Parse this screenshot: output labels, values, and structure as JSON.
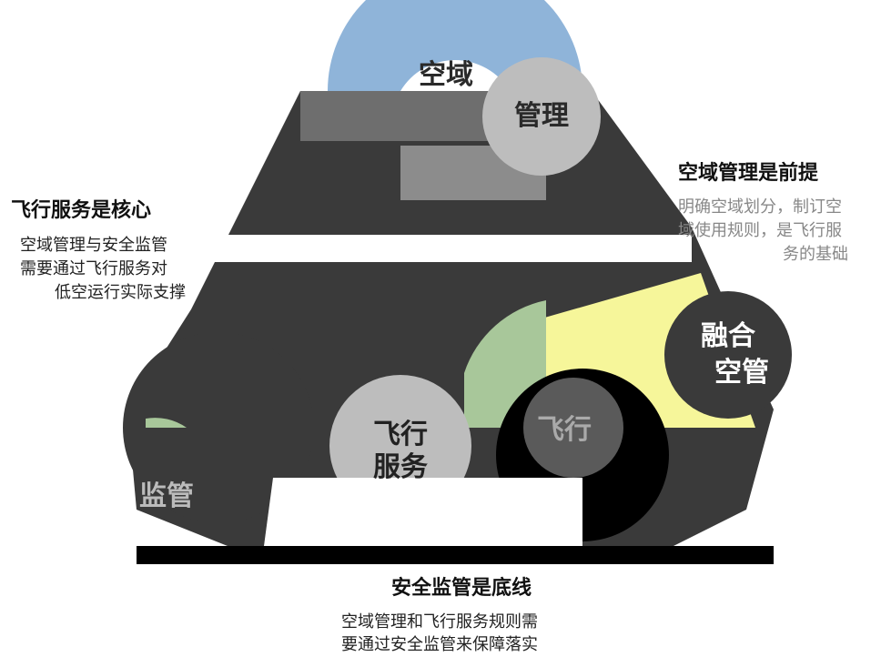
{
  "colors": {
    "dark": "#3a3a3a",
    "mid_gray": "#9a9a9a",
    "light_gray": "#d9d9d9",
    "blue_arc": "#8fb4d9",
    "green": "#a8c79a",
    "yellow": "#f6f69a",
    "black": "#000000"
  },
  "circles": {
    "airspace": {
      "line1": "空域",
      "line2": "管理"
    },
    "flight": {
      "line1": "飞行",
      "line2": "服务"
    },
    "safety": {
      "line1": "监管"
    },
    "fusion": {
      "line1": "融合",
      "line2": "空管"
    },
    "small_flight": {
      "line1": "飞行"
    }
  },
  "texts": {
    "right": {
      "heading": "空域管理是前提",
      "body": [
        "明确空域划分，制订空",
        "域使用规则，是飞行服",
        "务的基础"
      ]
    },
    "left": {
      "heading": "飞行服务是核心",
      "body": [
        "空域管理与安全监管",
        "需要通过飞行服务对",
        "低空运行实际支撑"
      ]
    },
    "bottom": {
      "heading": "安全监管是底线",
      "body": [
        "空域管理和飞行服务规则需",
        "要通过安全监管来保障落实"
      ]
    }
  }
}
